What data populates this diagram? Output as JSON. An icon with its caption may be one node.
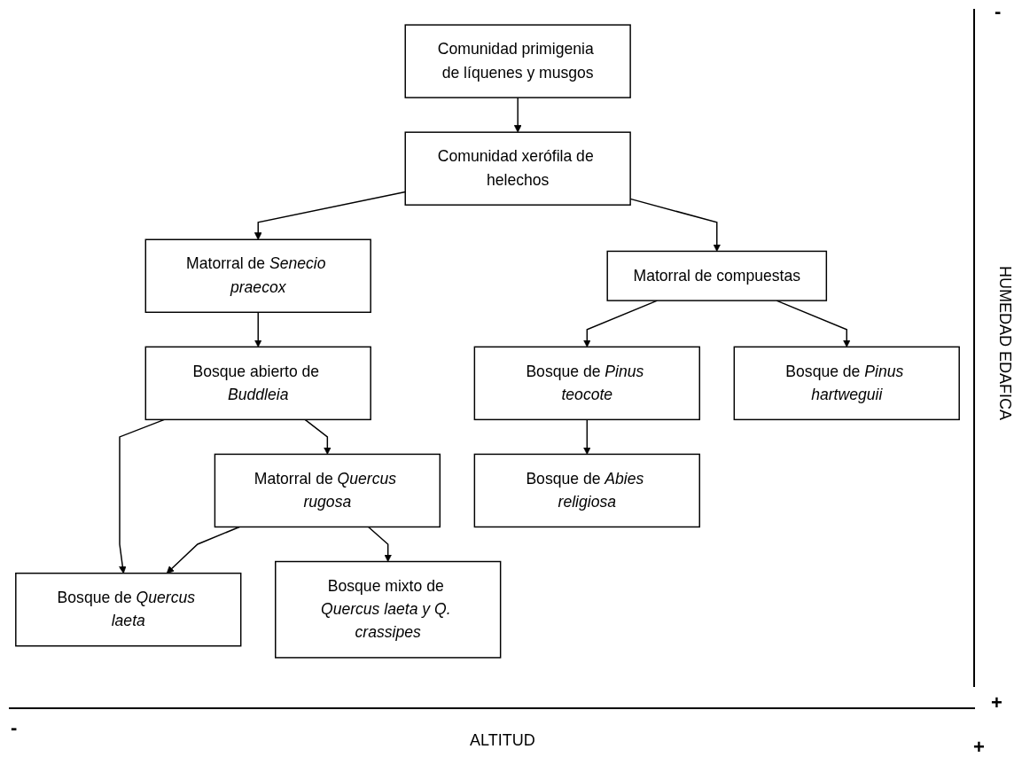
{
  "diagram": {
    "nodes": [
      {
        "text": [
          "Comunidad primigenia de líquenes y musgos"
        ]
      },
      {
        "text": [
          "Comunidad xerófila de helechos"
        ]
      },
      {
        "text": [
          "Matorral de *Senecio praecox*"
        ]
      },
      {
        "text": [
          "Matorral de compuestas"
        ]
      },
      {
        "text": [
          "Bosque abierto de *Buddleia*"
        ]
      },
      {
        "text": [
          "Matorral de *Quercus rugosa*"
        ]
      },
      {
        "text": [
          "Bosque de *Quercus laeta*"
        ]
      },
      {
        "text": [
          "Bosque mixto de *Quercus laeta y Q. crassipes*"
        ]
      },
      {
        "text": [
          "Bosque de *Pinus teocote*"
        ]
      },
      {
        "text": [
          "Bosque de *Pinus hartweguii*"
        ]
      },
      {
        "text": [
          "Bosque de *Abies religiosa*"
        ]
      }
    ],
    "edges": [
      {
        "from": 0,
        "to": 1,
        "arrow": "to"
      },
      {
        "from": 1,
        "to": 2,
        "arrow": "to"
      },
      {
        "from": 1,
        "to": 3,
        "arrow": "to"
      },
      {
        "from": 2,
        "to": 4,
        "arrow": "to"
      },
      {
        "from": 4,
        "to": 6,
        "arrow": "to"
      },
      {
        "from": 4,
        "to": 5,
        "arrow": "to"
      },
      {
        "from": 5,
        "to": 6,
        "arrow": "to"
      },
      {
        "from": 5,
        "to": 7,
        "arrow": "to"
      },
      {
        "from": 3,
        "to": 8,
        "arrow": "to"
      },
      {
        "from": 3,
        "to": 9,
        "arrow": "to"
      },
      {
        "from": 8,
        "to": 10,
        "arrow": "to"
      }
    ],
    "labels": [
      "-",
      "HUMEDAD EDAFICA",
      "+",
      "-",
      "ALTITUD",
      "+"
    ]
  }
}
